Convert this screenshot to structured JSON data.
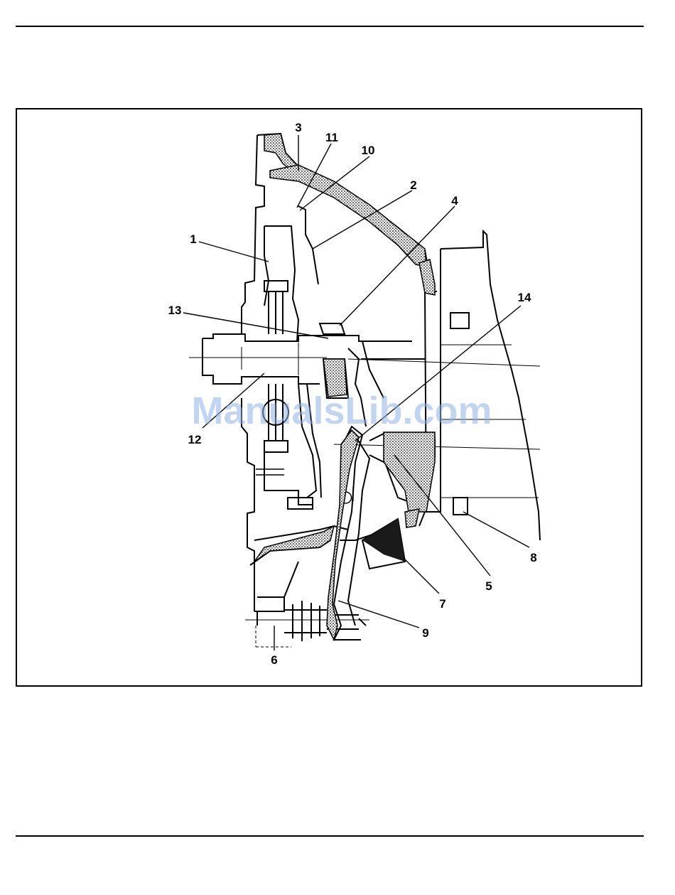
{
  "figure": {
    "callouts": {
      "c1": "1",
      "c2": "2",
      "c3": "3",
      "c4": "4",
      "c5": "5",
      "c6": "6",
      "c7": "7",
      "c8": "8",
      "c9": "9",
      "c10": "10",
      "c11": "11",
      "c12": "12",
      "c13": "13",
      "c14": "14"
    },
    "watermark": "ManualsLib.com"
  }
}
